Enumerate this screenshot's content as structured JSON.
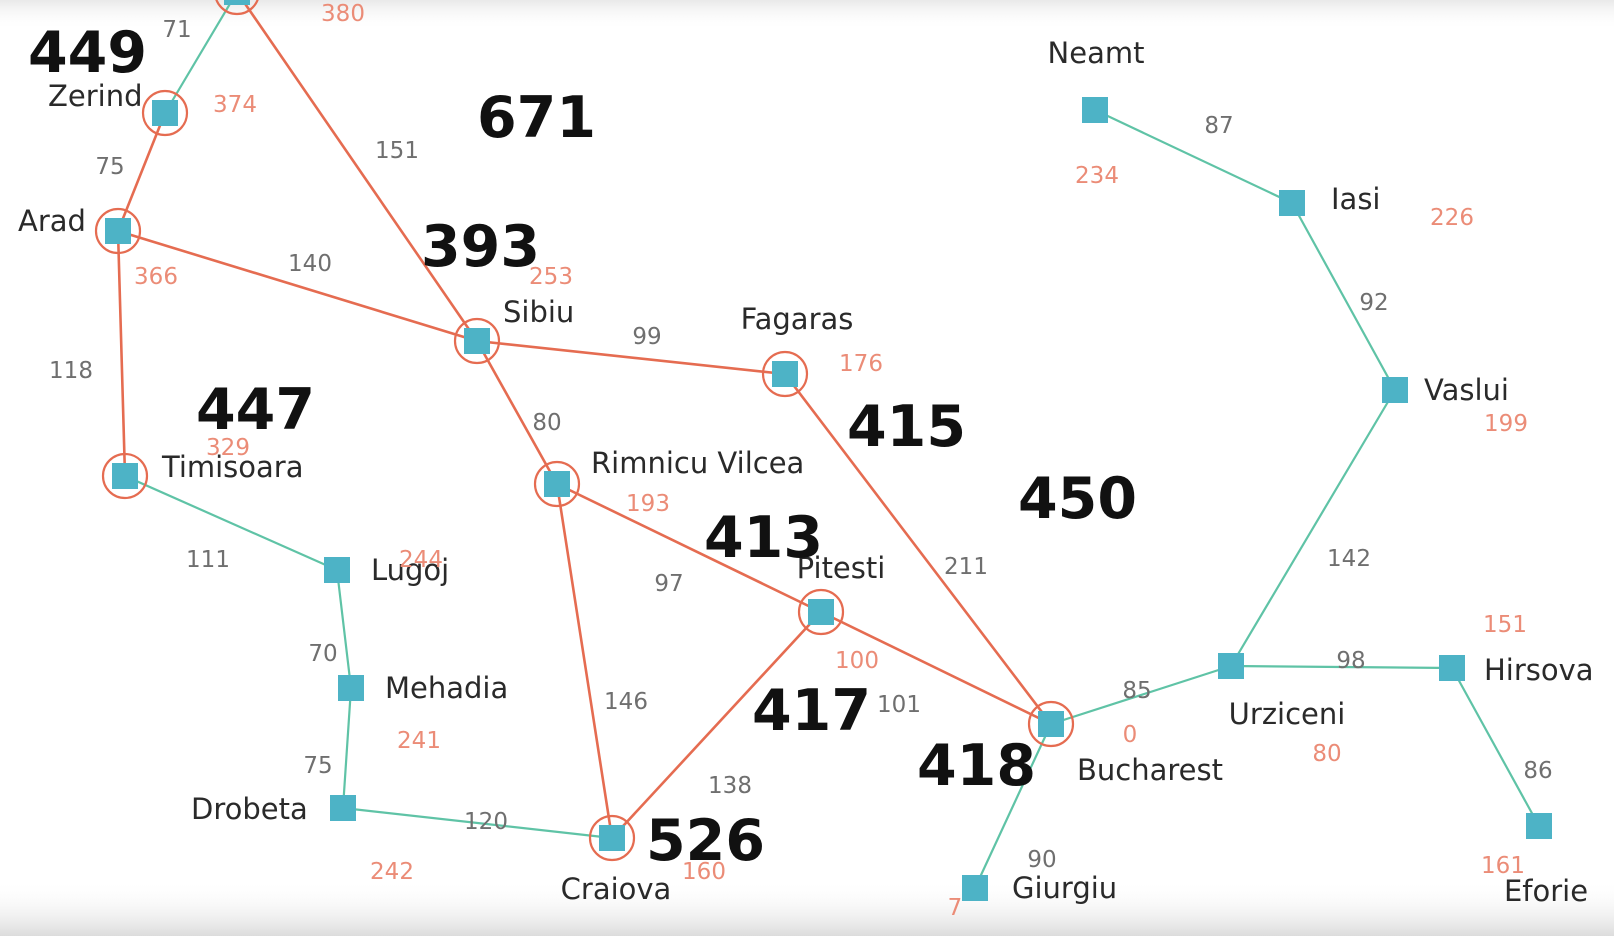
{
  "colors": {
    "explored": "#e56c51",
    "unexplored": "#5fc3a6",
    "node": "#4db3c6",
    "heuristic": "#eb8c77"
  },
  "cities": {
    "oradea": {
      "label": "",
      "h": "380"
    },
    "zerind": {
      "label": "Zerind",
      "h": "374"
    },
    "arad": {
      "label": "Arad",
      "h": "366"
    },
    "timisoara": {
      "label": "Timisoara",
      "h": "329"
    },
    "lugoj": {
      "label": "Lugoj",
      "h": "244"
    },
    "mehadia": {
      "label": "Mehadia",
      "h": "241"
    },
    "drobeta": {
      "label": "Drobeta",
      "h": "242"
    },
    "craiova": {
      "label": "Craiova",
      "h": "160"
    },
    "sibiu": {
      "label": "Sibiu",
      "h": "253"
    },
    "rimnicu": {
      "label": "Rimnicu Vilcea",
      "h": "193"
    },
    "fagaras": {
      "label": "Fagaras",
      "h": "176"
    },
    "pitesti": {
      "label": "Pitesti",
      "h": "100"
    },
    "bucharest": {
      "label": "Bucharest",
      "h": "0"
    },
    "giurgiu": {
      "label": "Giurgiu",
      "h": "7"
    },
    "urziceni": {
      "label": "Urziceni",
      "h": "80"
    },
    "hirsova": {
      "label": "Hirsova",
      "h": "151"
    },
    "eforie": {
      "label": "Eforie",
      "h": "161"
    },
    "vaslui": {
      "label": "Vaslui",
      "h": "199"
    },
    "iasi": {
      "label": "Iasi",
      "h": "226"
    },
    "neamt": {
      "label": "Neamt",
      "h": "234"
    }
  },
  "roads": [
    {
      "from": "oradea",
      "to": "zerind",
      "cost": "71",
      "explored": false
    },
    {
      "from": "oradea",
      "to": "sibiu",
      "cost": "151",
      "explored": true
    },
    {
      "from": "zerind",
      "to": "arad",
      "cost": "75",
      "explored": true
    },
    {
      "from": "arad",
      "to": "sibiu",
      "cost": "140",
      "explored": true
    },
    {
      "from": "arad",
      "to": "timisoara",
      "cost": "118",
      "explored": true
    },
    {
      "from": "timisoara",
      "to": "lugoj",
      "cost": "111",
      "explored": false
    },
    {
      "from": "lugoj",
      "to": "mehadia",
      "cost": "70",
      "explored": false
    },
    {
      "from": "mehadia",
      "to": "drobeta",
      "cost": "75",
      "explored": false
    },
    {
      "from": "drobeta",
      "to": "craiova",
      "cost": "120",
      "explored": false
    },
    {
      "from": "sibiu",
      "to": "fagaras",
      "cost": "99",
      "explored": true
    },
    {
      "from": "sibiu",
      "to": "rimnicu",
      "cost": "80",
      "explored": true
    },
    {
      "from": "rimnicu",
      "to": "pitesti",
      "cost": "97",
      "explored": true
    },
    {
      "from": "rimnicu",
      "to": "craiova",
      "cost": "146",
      "explored": true
    },
    {
      "from": "pitesti",
      "to": "craiova",
      "cost": "138",
      "explored": true
    },
    {
      "from": "pitesti",
      "to": "bucharest",
      "cost": "101",
      "explored": true
    },
    {
      "from": "fagaras",
      "to": "bucharest",
      "cost": "211",
      "explored": true
    },
    {
      "from": "bucharest",
      "to": "giurgiu",
      "cost": "90",
      "explored": false
    },
    {
      "from": "bucharest",
      "to": "urziceni",
      "cost": "85",
      "explored": false
    },
    {
      "from": "urziceni",
      "to": "hirsova",
      "cost": "98",
      "explored": false
    },
    {
      "from": "hirsova",
      "to": "eforie",
      "cost": "86",
      "explored": false
    },
    {
      "from": "urziceni",
      "to": "vaslui",
      "cost": "142",
      "explored": false
    },
    {
      "from": "vaslui",
      "to": "iasi",
      "cost": "92",
      "explored": false
    },
    {
      "from": "iasi",
      "to": "neamt",
      "cost": "87",
      "explored": false
    }
  ],
  "f_scores": [
    {
      "id": "zerind",
      "value": "449"
    },
    {
      "id": "oradea",
      "value": "671"
    },
    {
      "id": "sibiu",
      "value": "393"
    },
    {
      "id": "timisoara",
      "value": "447"
    },
    {
      "id": "fagaras",
      "value": "415"
    },
    {
      "id": "rimnicu",
      "value": "413"
    },
    {
      "id": "pitesti",
      "value": "417"
    },
    {
      "id": "bucharest_fagaras",
      "value": "450"
    },
    {
      "id": "bucharest_pitesti",
      "value": "418"
    },
    {
      "id": "craiova",
      "value": "526"
    }
  ]
}
